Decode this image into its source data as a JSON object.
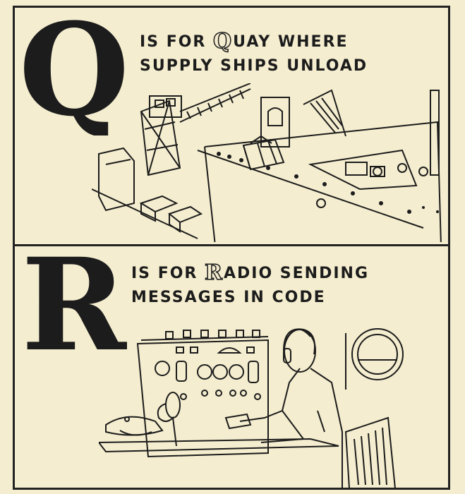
{
  "sections": [
    {
      "letter": "Q",
      "line1_before": "IS FOR ",
      "line1_initial": "Q",
      "line1_after": "UAY WHERE",
      "line2": "SUPPLY SHIPS UNLOAD"
    },
    {
      "letter": "R",
      "line1_before": "IS FOR ",
      "line1_initial": "R",
      "line1_after": "ADIO SENDING",
      "line2": "MESSAGES IN CODE"
    }
  ],
  "colors": {
    "paper": "#f4edcf",
    "ink": "#1c1c1c"
  },
  "icons": [
    "quay-crane-illustration",
    "radio-operator-illustration"
  ]
}
